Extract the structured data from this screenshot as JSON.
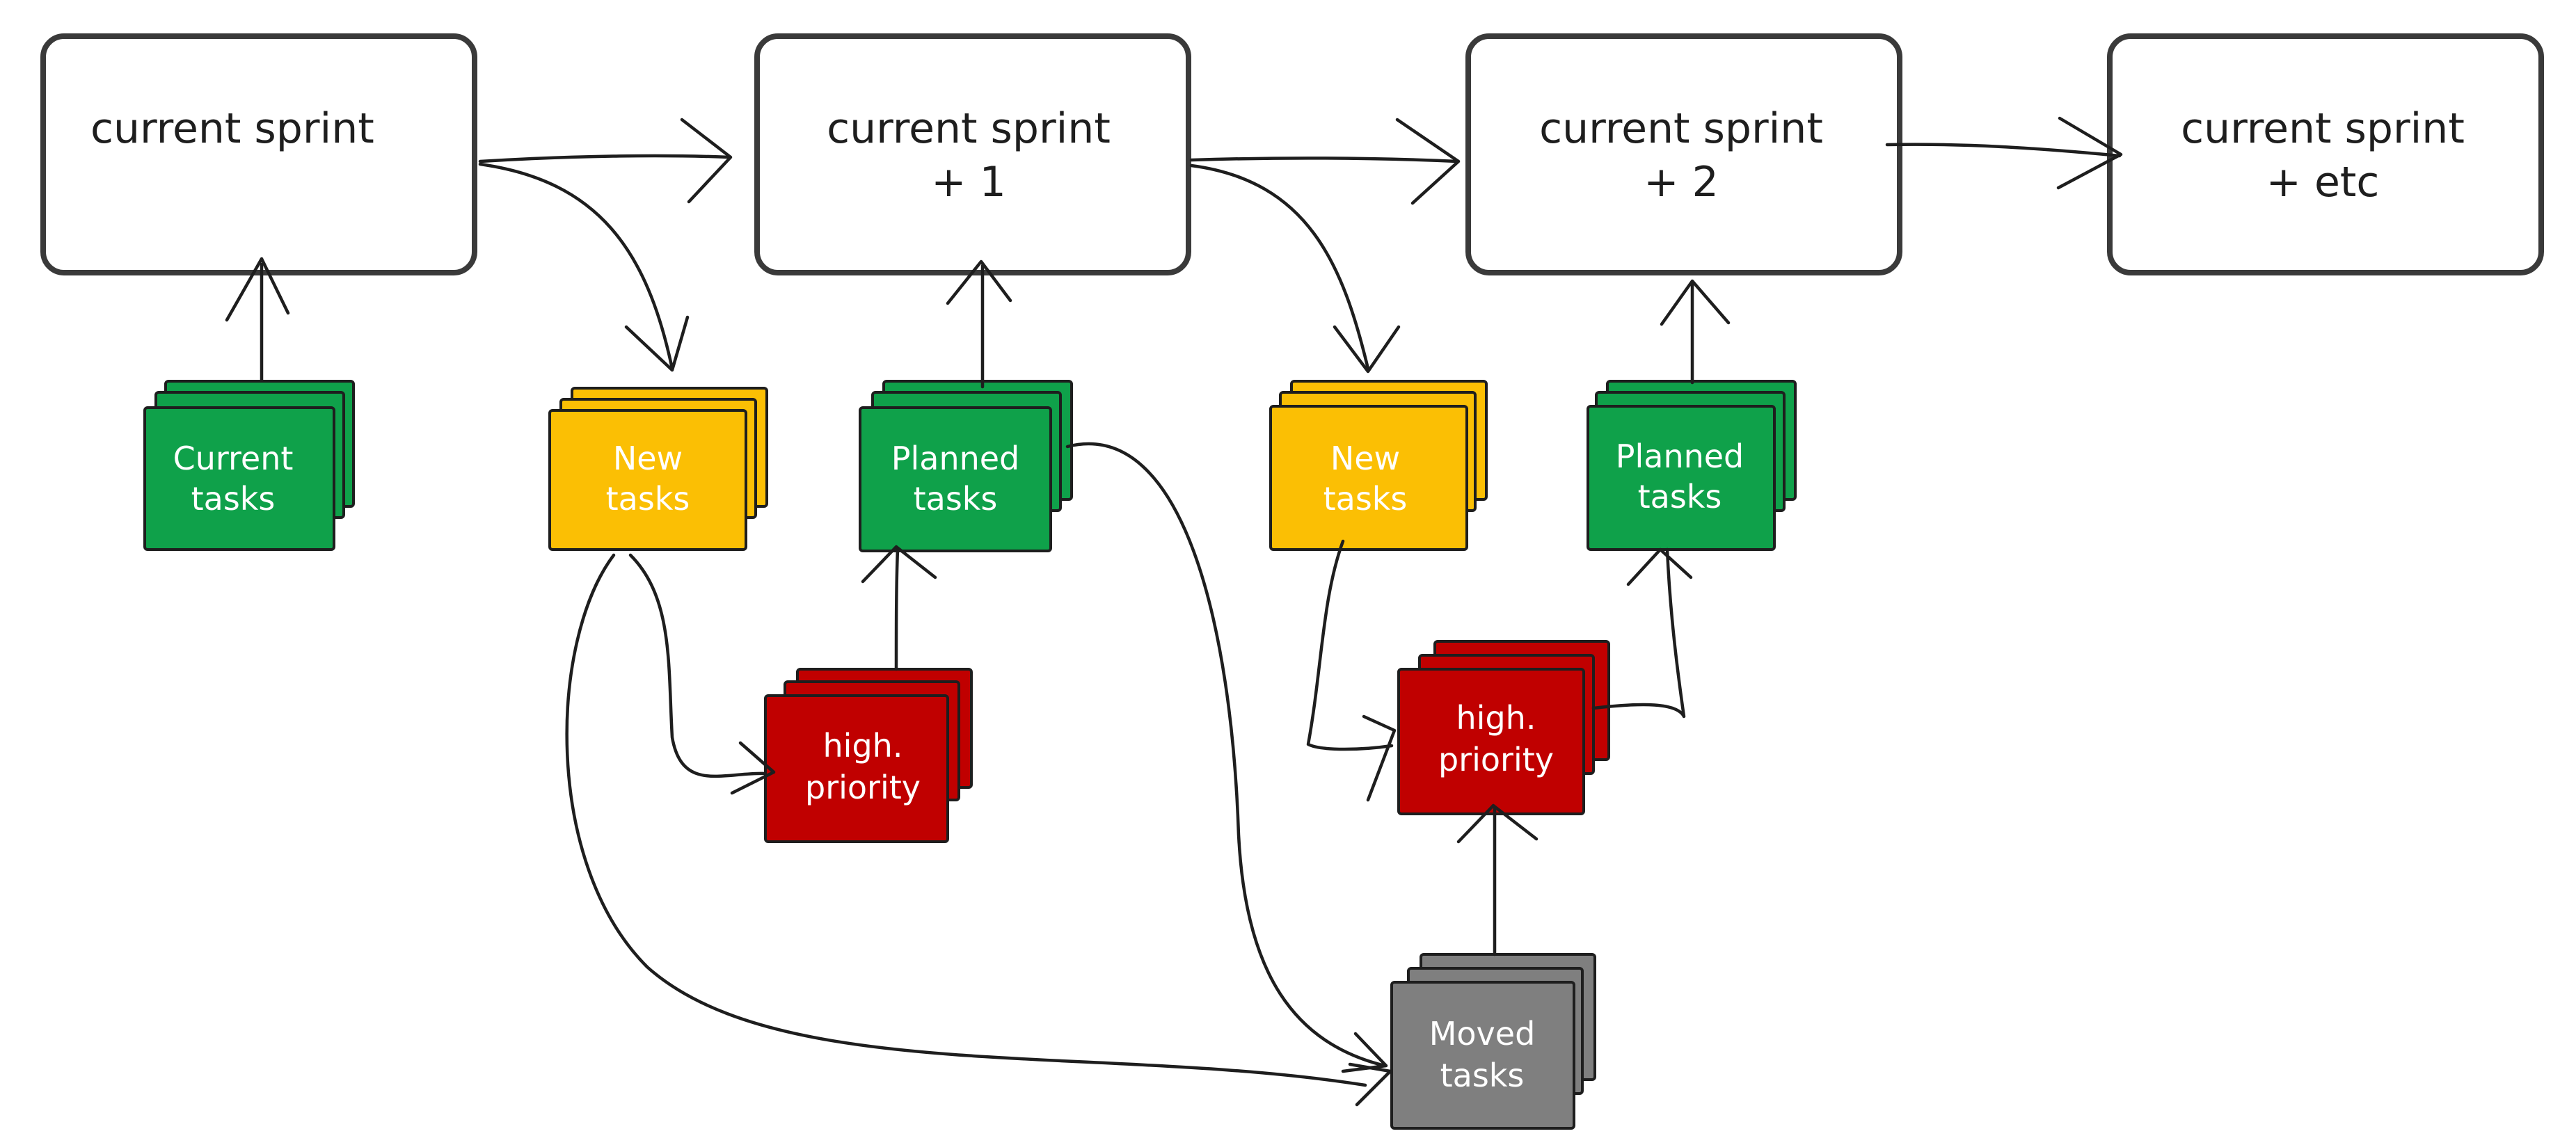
{
  "sprints": [
    {
      "id": "s0",
      "lines": [
        "current sprint"
      ]
    },
    {
      "id": "s1",
      "lines": [
        "current sprint",
        "+ 1"
      ]
    },
    {
      "id": "s2",
      "lines": [
        "current sprint",
        "+ 2"
      ]
    },
    {
      "id": "s3",
      "lines": [
        "current sprint",
        "+ etc"
      ]
    }
  ],
  "cards": [
    {
      "id": "current-tasks",
      "lines": [
        "Current",
        "tasks"
      ],
      "color": "#0fa14a"
    },
    {
      "id": "new-tasks-1",
      "lines": [
        "New",
        "tasks"
      ],
      "color": "#fbbf04"
    },
    {
      "id": "planned-tasks-1",
      "lines": [
        "Planned",
        "tasks"
      ],
      "color": "#0fa14a"
    },
    {
      "id": "high-priority-1",
      "lines": [
        "high.",
        "priority"
      ],
      "color": "#c00000"
    },
    {
      "id": "new-tasks-2",
      "lines": [
        "New",
        "tasks"
      ],
      "color": "#fbbf04"
    },
    {
      "id": "planned-tasks-2",
      "lines": [
        "Planned",
        "tasks"
      ],
      "color": "#0fa14a"
    },
    {
      "id": "high-priority-2",
      "lines": [
        "high.",
        "priority"
      ],
      "color": "#c00000"
    },
    {
      "id": "moved-tasks",
      "lines": [
        "Moved",
        "tasks"
      ],
      "color": "#7f7f7f"
    }
  ]
}
